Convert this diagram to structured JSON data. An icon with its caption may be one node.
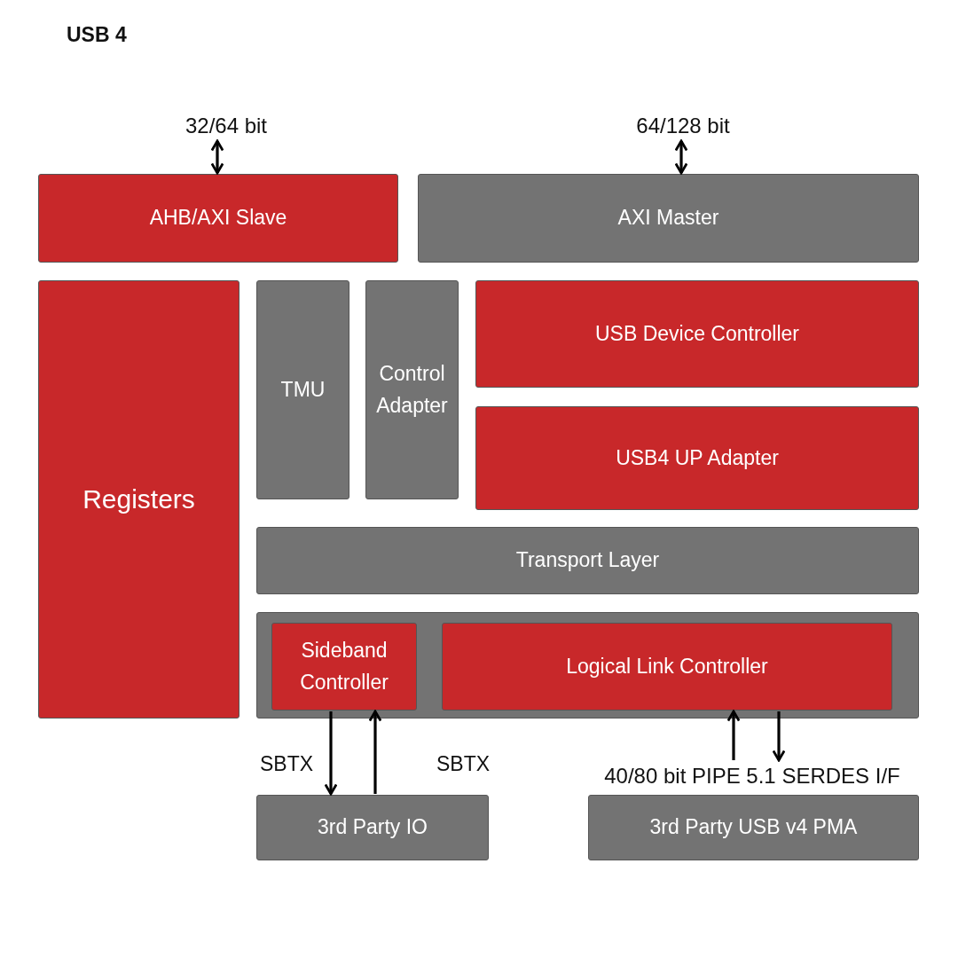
{
  "diagram": {
    "title": "USB 4",
    "nodes": [
      {
        "text": [
          "32/64 bit"
        ]
      },
      {
        "text": [
          "64/128 bit"
        ]
      },
      {
        "text": [
          "AHB/AXI Slave"
        ]
      },
      {
        "text": [
          "AXI Master"
        ]
      },
      {
        "text": [
          "Registers"
        ]
      },
      {
        "text": [
          "TMU"
        ]
      },
      {
        "text": [
          "Control Adapter"
        ]
      },
      {
        "text": [
          "USB Device Controller"
        ]
      },
      {
        "text": [
          "USB4 UP Adapter"
        ]
      },
      {
        "text": [
          "Transport Layer"
        ]
      },
      {
        "text": [],
        "shape": "box"
      },
      {
        "text": [
          "Sideband Controller"
        ],
        "in": 10
      },
      {
        "text": [
          "Logical Link Controller"
        ],
        "in": 10
      },
      {
        "text": [
          "3rd Party IO"
        ]
      },
      {
        "text": [
          "40/80 bit PIPE 5.1 SERDES I/F"
        ]
      },
      {
        "text": [
          "3rd Party USB v4 PMA"
        ]
      }
    ],
    "edges": [
      {
        "from": 0,
        "to": 2,
        "arrow": "both"
      },
      {
        "from": 1,
        "to": 3,
        "arrow": "both"
      },
      {
        "from": 11,
        "to": 13,
        "arrow": "to",
        "label": "SBTX"
      },
      {
        "from": 13,
        "to": 11,
        "arrow": "to",
        "label": "SBTX"
      },
      {
        "from": 14,
        "to": 12,
        "arrow": "to"
      },
      {
        "from": 12,
        "to": 14,
        "arrow": "to"
      }
    ]
  }
}
